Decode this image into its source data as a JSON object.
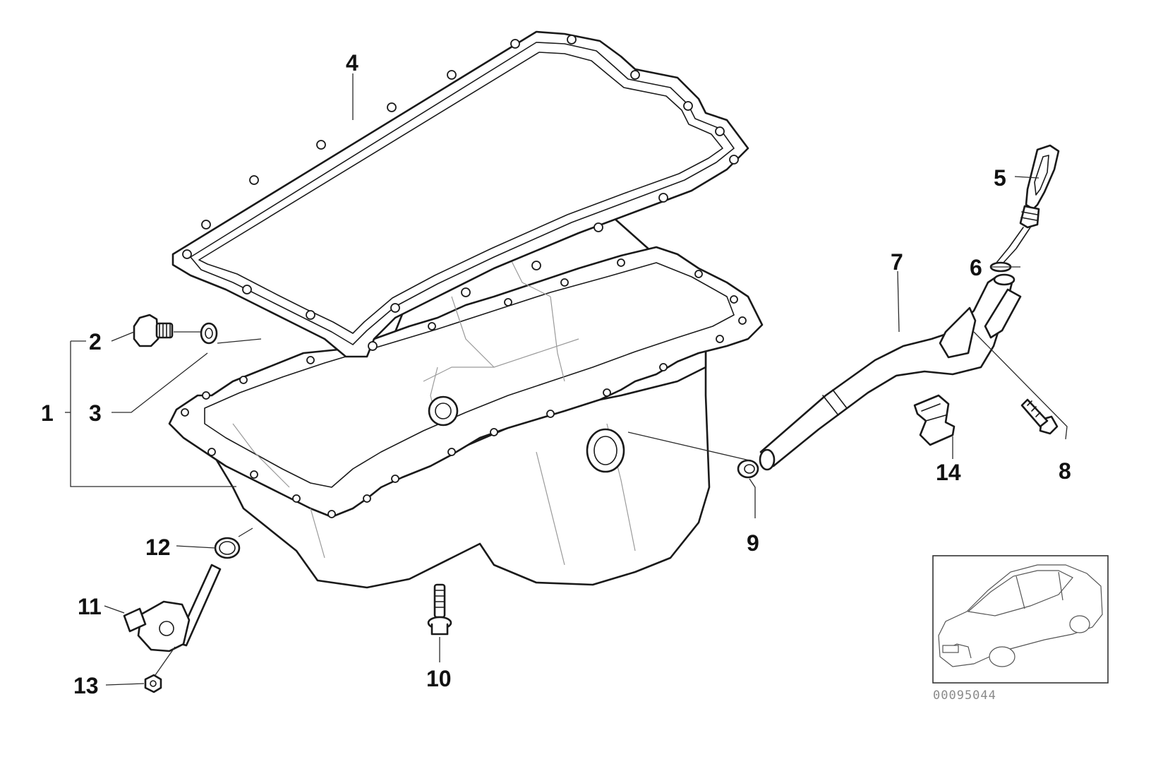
{
  "diagram": {
    "callouts": [
      "1",
      "2",
      "3",
      "4",
      "5",
      "6",
      "7",
      "8",
      "9",
      "10",
      "11",
      "12",
      "13",
      "14"
    ],
    "catalog_code": "00095044"
  },
  "colors": {
    "line": "#1a1a1a",
    "background": "#ffffff",
    "code_text": "#8a8a8a"
  }
}
